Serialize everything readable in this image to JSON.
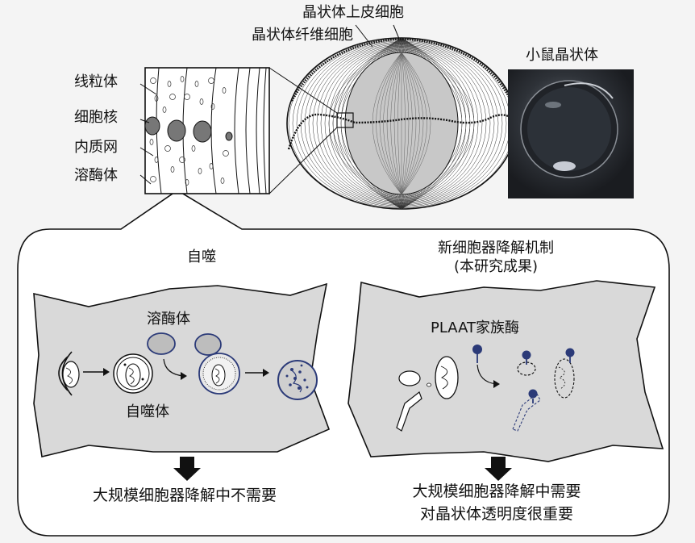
{
  "top": {
    "epithelial_label": "晶状体上皮细胞",
    "fiber_label": "晶状体纤维细胞",
    "mouse_lens_label": "小鼠晶状体",
    "organelles": [
      "线粒体",
      "细胞核",
      "内质网",
      "溶酶体"
    ]
  },
  "left_panel": {
    "title": "自噬",
    "lysosome_label": "溶酶体",
    "autophagosome_label": "自噬体",
    "conclusion": "大规模细胞器降解中不需要"
  },
  "right_panel": {
    "title_line1": "新细胞器降解机制",
    "title_line2": "(本研究成果)",
    "enzyme_label": "PLAAT家族酶",
    "conclusion_line1": "大规模细胞器降解中需要",
    "conclusion_line2": "对晶状体透明度很重要"
  },
  "colors": {
    "navy": "#2b3a78",
    "cell_fill": "#d9d9d9",
    "panel_bg": "#ffffff",
    "page_bg": "#f4f4f4"
  }
}
